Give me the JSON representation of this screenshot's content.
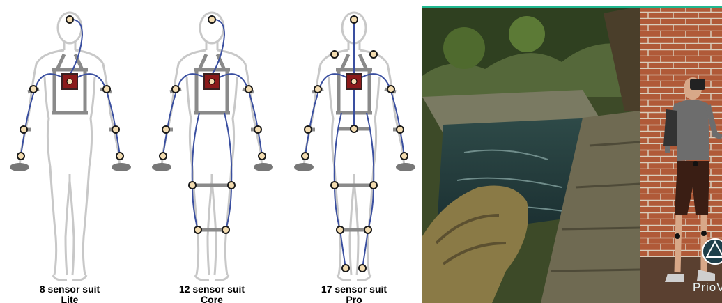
{
  "figures": [
    {
      "caption_line1": "8 sensor suit",
      "caption_line2": "Lite"
    },
    {
      "caption_line1": "12 sensor suit",
      "caption_line2": "Core"
    },
    {
      "caption_line1": "17 sensor suit",
      "caption_line2": "Pro"
    }
  ],
  "photo": {
    "logo_text": "PrioV"
  },
  "colors": {
    "body_outline": "#c8c8c8",
    "strap": "#8a8a8a",
    "wire": "#3a4fa0",
    "sensor_fill": "#f3dcb0",
    "hub": "#8b1a1a",
    "accent_line": "#20b890"
  }
}
